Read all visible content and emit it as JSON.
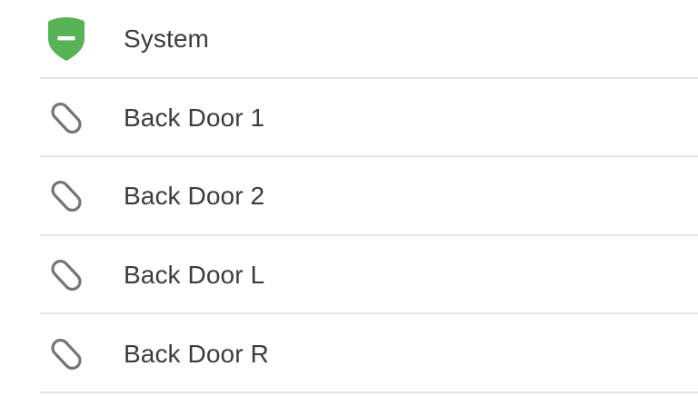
{
  "list": {
    "name": "device-status-list",
    "rows": [
      {
        "label": "System",
        "icon": "shield-minus-icon",
        "icon_type": "shield",
        "icon_color": "#57b355",
        "icon_glyph_color": "#ffffff",
        "state": "disarmed"
      },
      {
        "label": "Back Door 1",
        "icon": "door-sensor-icon",
        "icon_type": "door",
        "icon_color": "#757575",
        "state": "closed"
      },
      {
        "label": "Back Door 2",
        "icon": "door-sensor-icon",
        "icon_type": "door",
        "icon_color": "#757575",
        "state": "closed"
      },
      {
        "label": "Back Door L",
        "icon": "door-sensor-icon",
        "icon_type": "door",
        "icon_color": "#757575",
        "state": "closed"
      },
      {
        "label": "Back Door R",
        "icon": "door-sensor-icon",
        "icon_type": "door",
        "icon_color": "#757575",
        "state": "closed"
      }
    ]
  },
  "colors": {
    "background": "#ffffff",
    "text": "#3c3c3c",
    "divider": "#e6e6e6",
    "accent_green": "#57b355",
    "icon_gray": "#757575"
  }
}
